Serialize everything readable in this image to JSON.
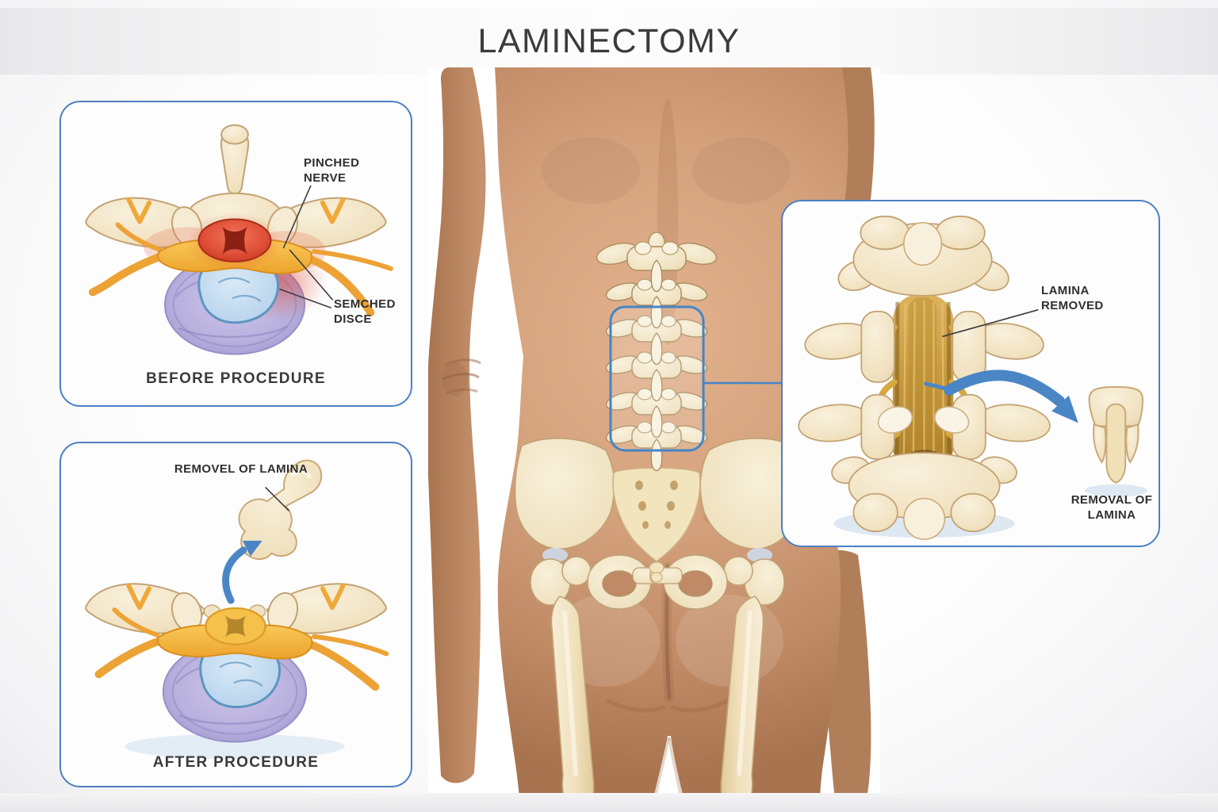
{
  "title": "LAMINECTOMY",
  "panel_before": {
    "caption": "BEFORE PROCEDURE",
    "label_pinched_nerve": "PINCHED NERVE",
    "label_disc": "SEMCHED DISCE"
  },
  "panel_after": {
    "caption": "AFTER PROCEDURE",
    "label_removal": "REMOVEL OF LAMINA"
  },
  "panel_posterior": {
    "label_lamina_removed": "LAMINA REMOVED",
    "caption_removal": "REMOVAL OF LAMINA"
  },
  "colors": {
    "accent_blue": "#4b80c4",
    "arrow_blue": "#4a86c6",
    "bone_cream": "#f2e3c4",
    "nerve_yellow": "#f6b93e",
    "inflamed_red": "#d9472f",
    "disc_purple": "#b2aad9",
    "nucleus_blue": "#b3d2ec",
    "canal_gold": "#c59a3d",
    "skin_tone": "#cf9a76",
    "label_text": "#2f2f31",
    "title_text": "#3b3b3d"
  }
}
